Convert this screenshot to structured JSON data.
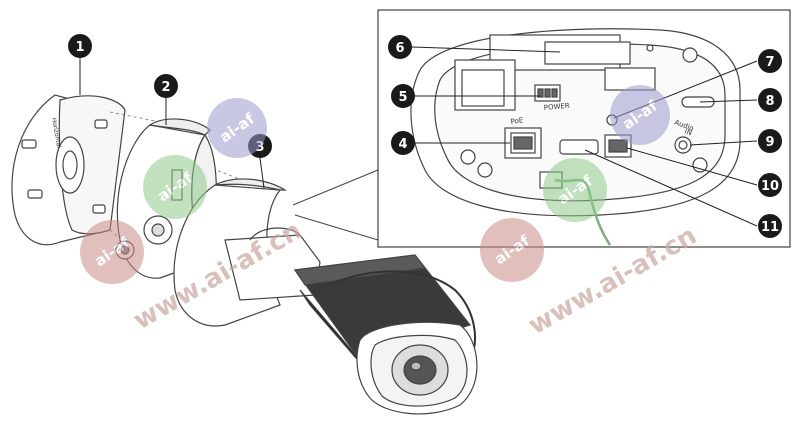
{
  "callouts": [
    {
      "number": "1"
    },
    {
      "number": "2"
    },
    {
      "number": "3"
    },
    {
      "number": "4"
    },
    {
      "number": "5"
    },
    {
      "number": "6"
    },
    {
      "number": "7"
    },
    {
      "number": "8"
    },
    {
      "number": "9"
    },
    {
      "number": "10"
    },
    {
      "number": "11"
    }
  ],
  "labels": {
    "horizontal": "Horizontal",
    "poe": "PoE",
    "power": "POWER",
    "audio": "Audio",
    "audio_in": "IN"
  },
  "watermarks": {
    "badge_text": "ai-af",
    "url_text": "www.ai-af.cn"
  },
  "colors": {
    "callout_fill": "#1a1a1a",
    "line": "#444444",
    "watermark_url": "#c9a79f",
    "badge_red": "#c98a86",
    "badge_green": "#8fc98a",
    "badge_purple": "#9c9bd0",
    "cable_green": "#7ab47a"
  }
}
